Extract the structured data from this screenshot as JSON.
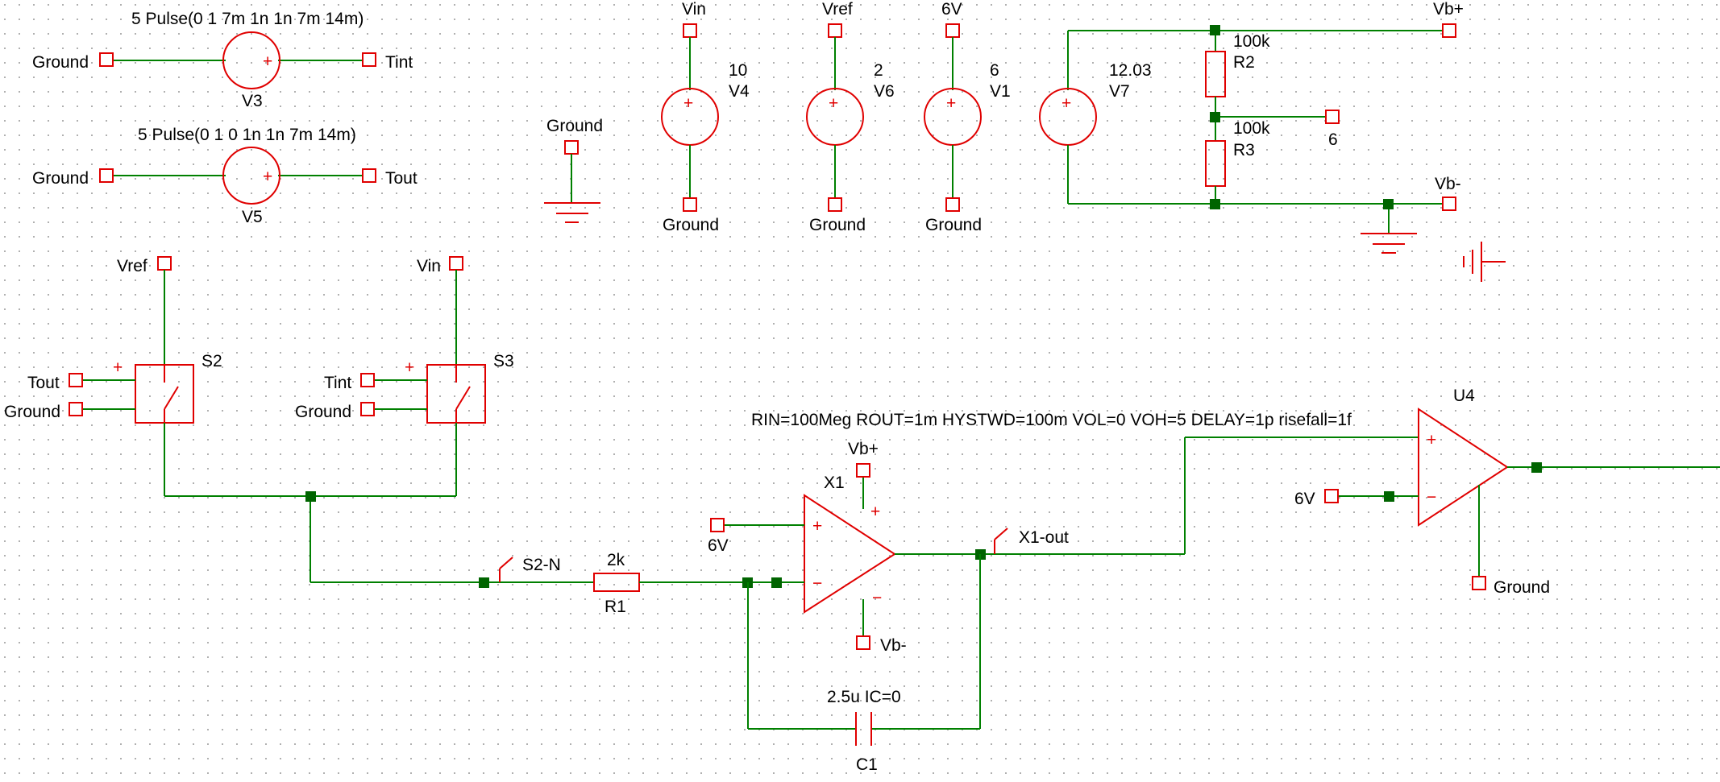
{
  "sources": {
    "v3": {
      "name": "V3",
      "value": "5 Pulse(0 1 7m 1n 1n 7m 14m)"
    },
    "v5": {
      "name": "V5",
      "value": "5 Pulse(0 1 0 1n 1n 7m 14m)"
    },
    "v4": {
      "name": "V4",
      "value": "10"
    },
    "v6": {
      "name": "V6",
      "value": "2"
    },
    "v1": {
      "name": "V1",
      "value": "6"
    },
    "v7": {
      "name": "V7",
      "value": "12.03"
    }
  },
  "resistors": {
    "r1": {
      "name": "R1",
      "value": "2k"
    },
    "r2": {
      "name": "R2",
      "value": "100k"
    },
    "r3": {
      "name": "R3",
      "value": "100k"
    }
  },
  "capacitor": {
    "name": "C1",
    "value": "2.5u IC=0"
  },
  "switches": {
    "s2": "S2",
    "s3": "S3"
  },
  "opamps": {
    "x1": "X1",
    "u4": "U4"
  },
  "comparator_params": "RIN=100Meg ROUT=1m HYSTWD=100m VOL=0 VOH=5 DELAY=1p risefall=1f",
  "net_labels": {
    "ground": "Ground",
    "tint": "Tint",
    "tout": "Tout",
    "vin": "Vin",
    "vref": "Vref",
    "six_v": "6V",
    "vb_plus": "Vb+",
    "vb_minus": "Vb-",
    "six": "6",
    "s2n": "S2-N",
    "x1out": "X1-out"
  },
  "symbols": {
    "plus": "+",
    "minus": "−"
  },
  "colors": {
    "wire": "#008000",
    "component": "#e00000",
    "junction": "#006400",
    "grid_dot": "#b0b0b0"
  }
}
